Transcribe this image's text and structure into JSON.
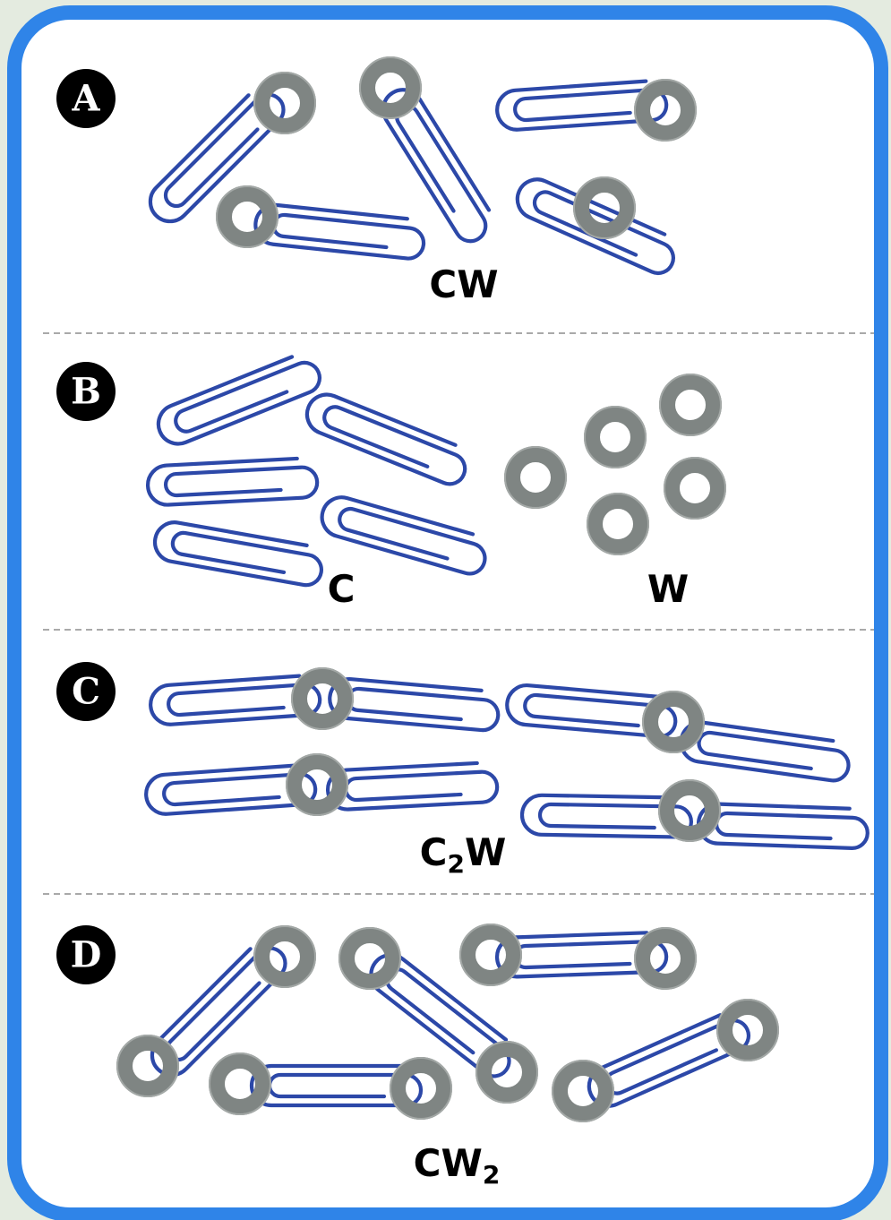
{
  "colors": {
    "background": "#e4ebe0",
    "frame": "#2f84e8",
    "panel": "#ffffff",
    "clip": "#2c48a8",
    "washer": "#7f8583",
    "divider": "#a9a9a9",
    "badge": "#000000"
  },
  "panels": [
    {
      "id": "A",
      "badge": "A",
      "formula": {
        "base": "CW",
        "post": "",
        "sub": ""
      }
    },
    {
      "id": "B",
      "badge": "B",
      "formulas": [
        {
          "base": "C"
        },
        {
          "base": "W"
        }
      ]
    },
    {
      "id": "C",
      "badge": "C",
      "formula": {
        "base": "C",
        "sub": "2",
        "post": "W"
      }
    },
    {
      "id": "D",
      "badge": "D",
      "formula": {
        "base": "CW",
        "sub": "2",
        "post": ""
      }
    }
  ],
  "items": {
    "clip_icon": "paper-clip-icon",
    "washer_icon": "washer-icon"
  }
}
